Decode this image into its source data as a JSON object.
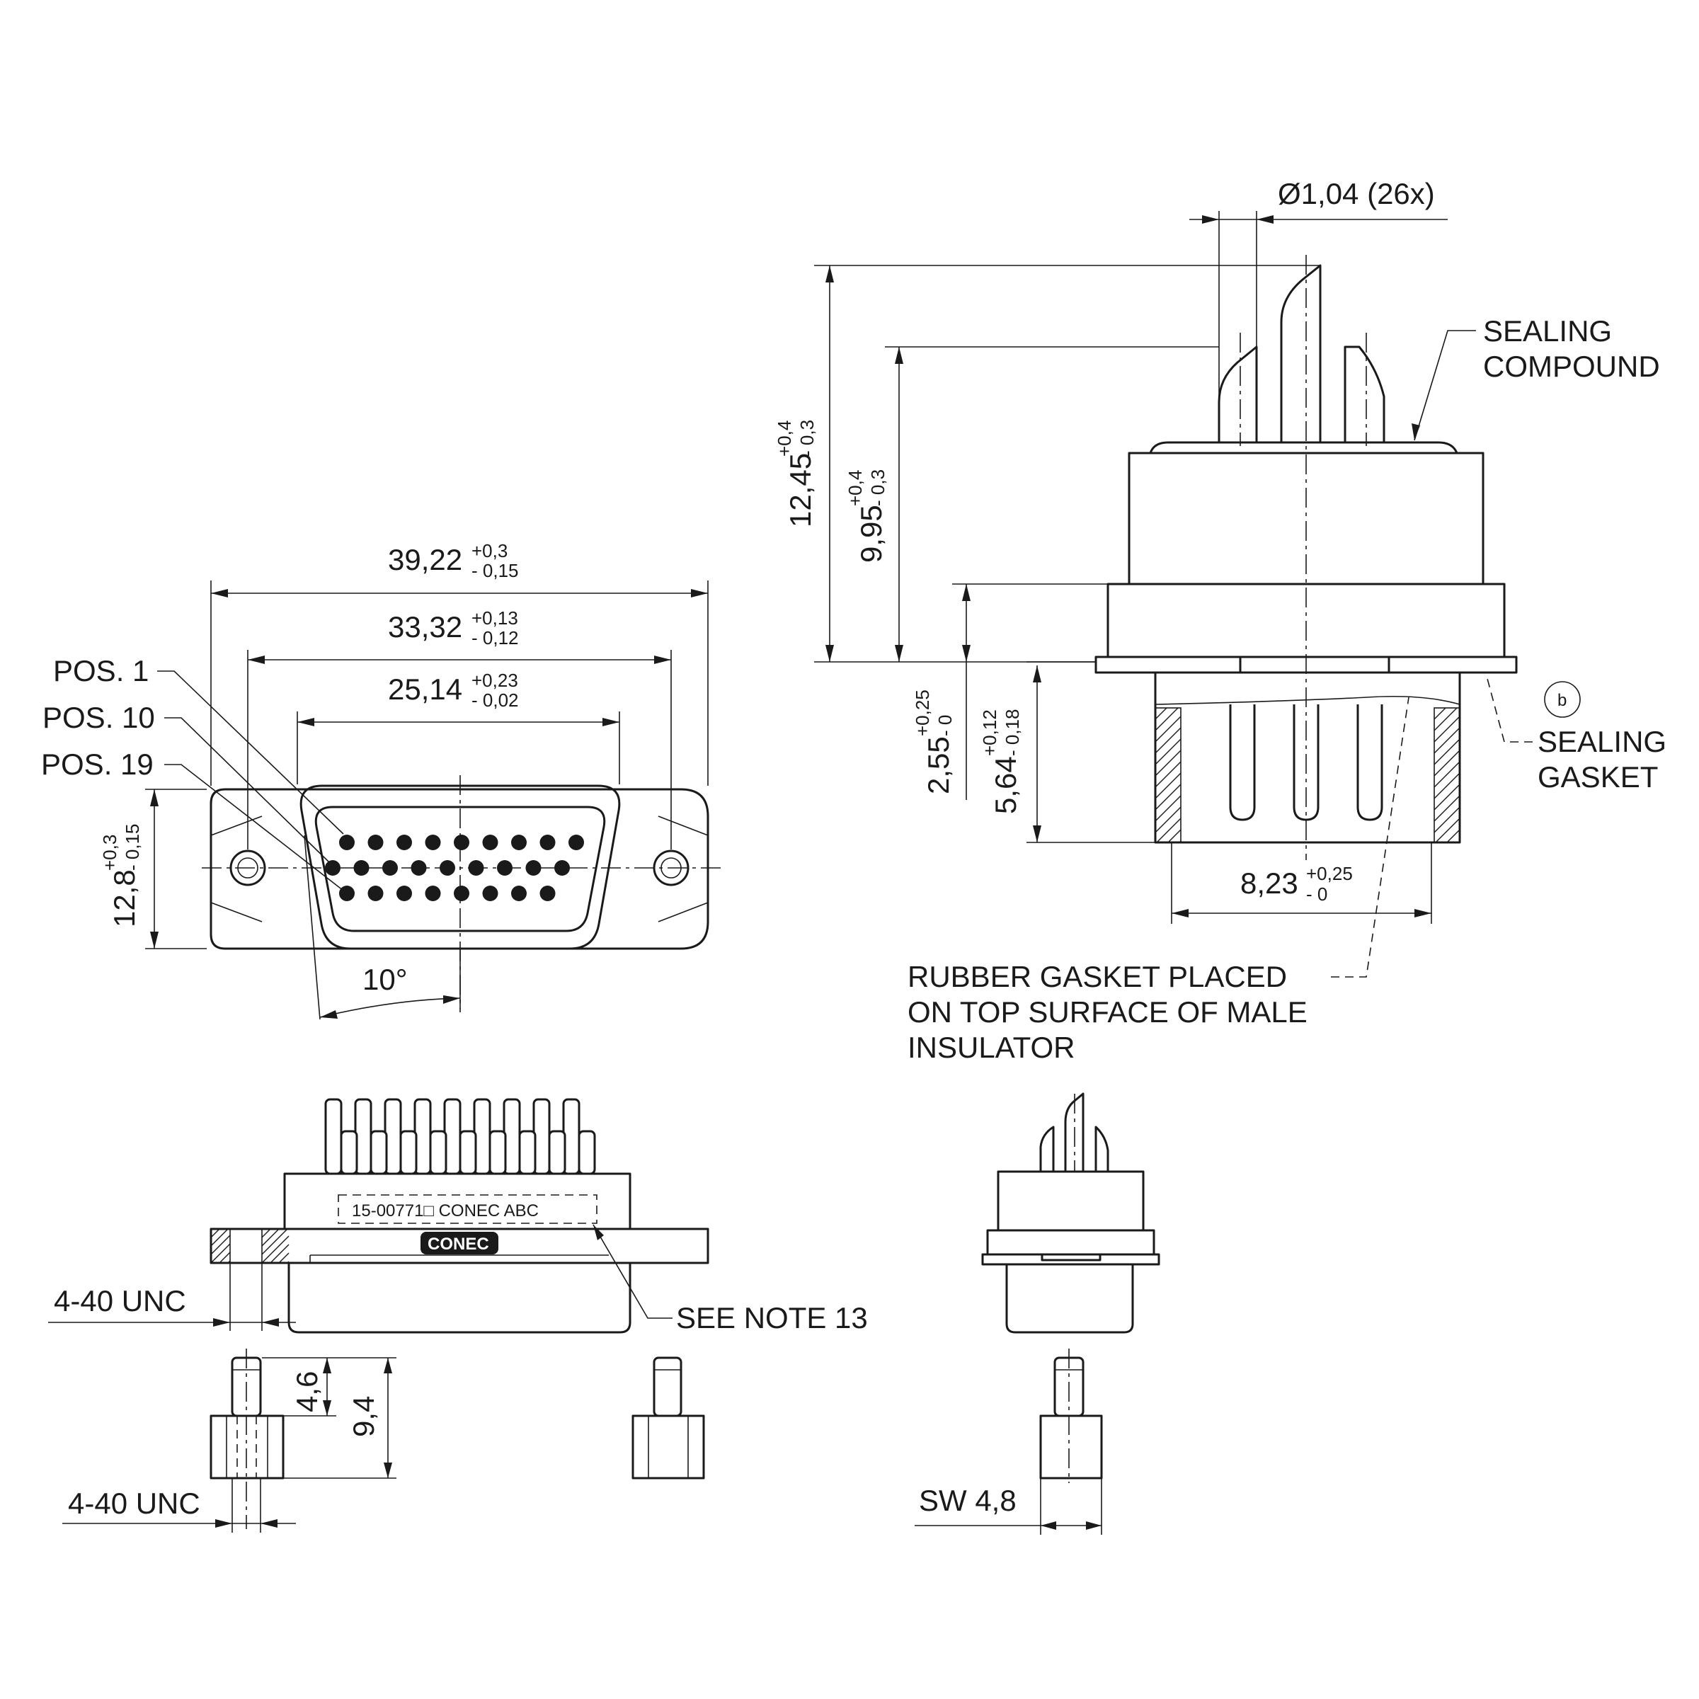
{
  "front_view": {
    "overall_width": {
      "value": "39,22",
      "tol_plus": "+0,3",
      "tol_minus": "- 0,15"
    },
    "mounting_hole_pitch": {
      "value": "33,32",
      "tol_plus": "+0,13",
      "tol_minus": "- 0,12"
    },
    "shell_width": {
      "value": "25,14",
      "tol_plus": "+0,23",
      "tol_minus": "- 0,02"
    },
    "flange_height": {
      "value": "12,8",
      "tol_plus": "+0,3",
      "tol_minus": "- 0,15"
    },
    "shell_angle": "10°",
    "positions": [
      "POS. 1",
      "POS. 10",
      "POS. 19"
    ],
    "pin_rows": [
      9,
      9,
      8
    ]
  },
  "side_view": {
    "pin_diameter": "Ø1,04 (26x)",
    "long_pin_height": {
      "value": "12,45",
      "tol_plus": "+0,4",
      "tol_minus": "- 0,3"
    },
    "short_pin_height": {
      "value": "9,95",
      "tol_plus": "+0,4",
      "tol_minus": "- 0,3"
    },
    "flange_offset": {
      "value": "2,55",
      "tol_plus": "+0,25",
      "tol_minus": "- 0"
    },
    "shell_depth": {
      "value": "5,64",
      "tol_plus": "+0,12",
      "tol_minus": "- 0,18"
    },
    "shell_width": {
      "value": "8,23",
      "tol_plus": "+0,25",
      "tol_minus": "- 0"
    },
    "callout_sealing_compound": [
      "SEALING",
      "COMPOUND"
    ],
    "callout_sealing_gasket": [
      "SEALING",
      "GASKET"
    ],
    "gasket_marker": "b",
    "rubber_gasket_note": [
      "RUBBER GASKET PLACED",
      "ON TOP SURFACE OF MALE",
      "INSULATOR"
    ]
  },
  "bottom_view": {
    "thread_top": "4-40 UNC",
    "marking_text": "15-00771□  CONEC  ABC",
    "logo_text": "CONEC",
    "see_note": "SEE NOTE 13",
    "standoff_thread_length": "4,6",
    "standoff_total_length": "9,4",
    "thread_bottom": "4-40 UNC",
    "wrench_size": "SW 4,8"
  }
}
